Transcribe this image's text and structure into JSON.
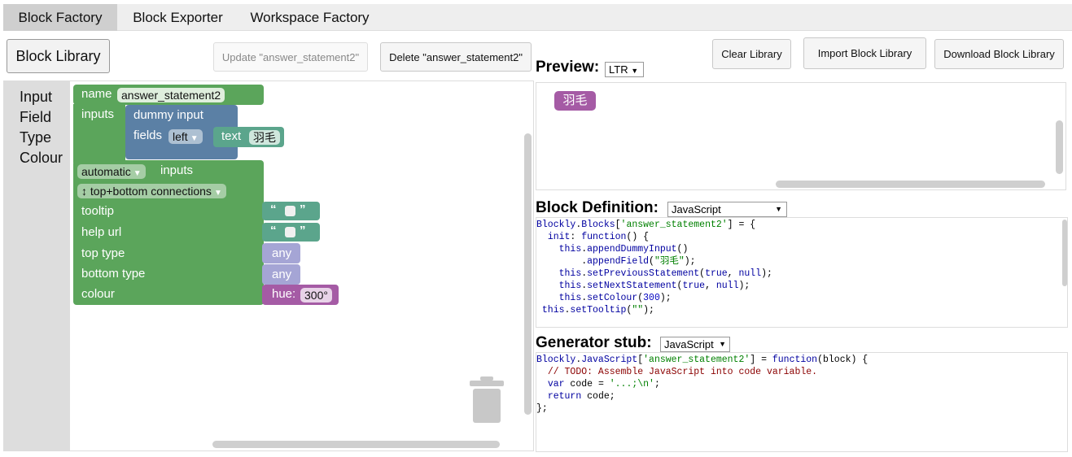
{
  "tabs": [
    "Block Factory",
    "Block Exporter",
    "Workspace Factory"
  ],
  "buttons": {
    "library": "Block Library",
    "update": "Update \"answer_statement2\"",
    "delete": "Delete \"answer_statement2\"",
    "clear": "Clear Library",
    "import": "Import Block Library",
    "download": "Download Block Library"
  },
  "toolbox": [
    "Input",
    "Field",
    "Type",
    "Colour"
  ],
  "factory_block": {
    "name_label": "name",
    "name_value": "answer_statement2",
    "inputs_label": "inputs",
    "dummy_input": "dummy input",
    "fields_label": "fields",
    "align": "left",
    "text_label": "text",
    "text_value": "羽毛",
    "inputs_mode": "automatic",
    "inputs_mode_suffix": "inputs",
    "connections": "↕ top+bottom connections",
    "tooltip": "tooltip",
    "help_url": "help url",
    "top_type": "top type",
    "bottom_type": "bottom type",
    "any": "any",
    "colour": "colour",
    "hue_label": "hue:",
    "hue_value": "300°",
    "quote_open": "“",
    "quote_close": "”"
  },
  "preview": {
    "label": "Preview:",
    "direction": "LTR",
    "block_text": "羽毛"
  },
  "definition": {
    "label": "Block Definition:",
    "format": "JavaScript"
  },
  "generator": {
    "label": "Generator stub:",
    "language": "JavaScript"
  },
  "colors": {
    "factory": "#5ba55b",
    "input": "#5b80a5",
    "field": "#5ba58c",
    "type": "#a5a5d5",
    "colour": "#a55ba5"
  }
}
